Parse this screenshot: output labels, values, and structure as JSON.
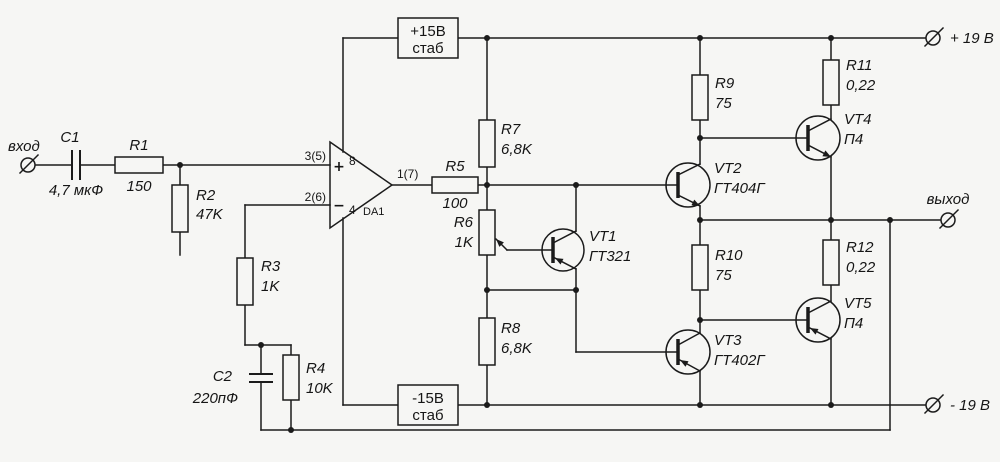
{
  "colors": {
    "ink": "#1b1b1b",
    "paper": "#f6f6f4"
  },
  "terminals": {
    "input": "вход",
    "output": "выход",
    "v_plus": "+ 19 В",
    "v_minus": "- 19 В"
  },
  "regulators": {
    "positive": {
      "line1": "+15В",
      "line2": "стаб"
    },
    "negative": {
      "line1": "-15В",
      "line2": "стаб"
    }
  },
  "opamp": {
    "ref": "DA1",
    "pin_noninv": "3(5)",
    "pin_inv": "2(6)",
    "pin_out": "1(7)",
    "pin_vplus": "8",
    "pin_vminus": "4",
    "noninv_sign": "+",
    "inv_sign": "−"
  },
  "components": {
    "C1": {
      "ref": "C1",
      "value": "4,7 мкФ"
    },
    "R1": {
      "ref": "R1",
      "value": "150"
    },
    "R2": {
      "ref": "R2",
      "value": "47K"
    },
    "R3": {
      "ref": "R3",
      "value": "1K"
    },
    "R4": {
      "ref": "R4",
      "value": "10K"
    },
    "C2": {
      "ref": "C2",
      "value": "220пФ"
    },
    "R5": {
      "ref": "R5",
      "value": "100"
    },
    "R6": {
      "ref": "R6",
      "value": "1K"
    },
    "R7": {
      "ref": "R7",
      "value": "6,8K"
    },
    "R8": {
      "ref": "R8",
      "value": "6,8K"
    },
    "R9": {
      "ref": "R9",
      "value": "75"
    },
    "R10": {
      "ref": "R10",
      "value": "75"
    },
    "R11": {
      "ref": "R11",
      "value": "0,22"
    },
    "R12": {
      "ref": "R12",
      "value": "0,22"
    },
    "VT1": {
      "ref": "VT1",
      "value": "ГТ321"
    },
    "VT2": {
      "ref": "VT2",
      "value": "ГТ404Г"
    },
    "VT3": {
      "ref": "VT3",
      "value": "ГТ402Г"
    },
    "VT4": {
      "ref": "VT4",
      "value": "П4"
    },
    "VT5": {
      "ref": "VT5",
      "value": "П4"
    }
  }
}
